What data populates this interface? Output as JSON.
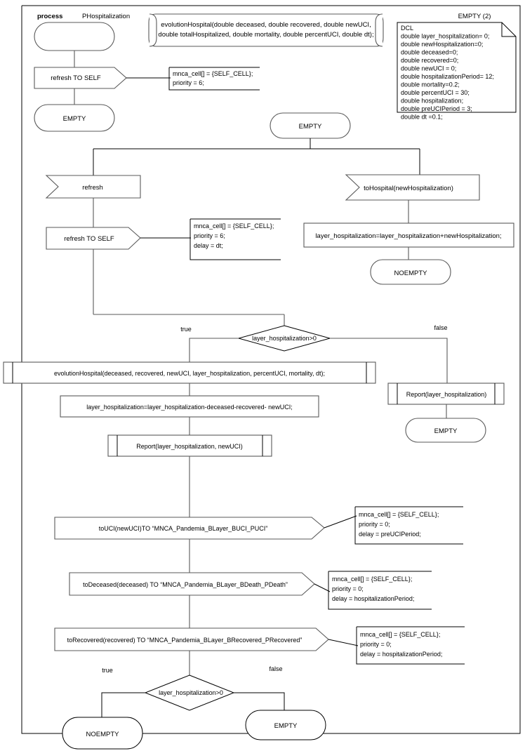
{
  "diagram": {
    "title_process_keyword": "process",
    "title_process_name": "PHospitalization",
    "top_right_label": "EMPTY (2)",
    "procedure_decl": {
      "line1": "evolutionHospital(double deceased, double recovered, double newUCI,",
      "line2": "double totalHospitalized, double mortality, double percentUCI, double dt);"
    },
    "dcl_box": {
      "header": "DCL",
      "lines": [
        "double layer_hospitalization= 0;",
        "double newHospitalization=0;",
        "double deceased=0;",
        "double recovered=0;",
        "double newUCI = 0;",
        "double hospitalizationPeriod= 12;",
        "double mortality=0.2;",
        "double percentUCI = 30;",
        "double hospitalization;",
        "double preUCIPeriod = 3;",
        "double dt =0.1;"
      ]
    },
    "nodes": {
      "start_terminal": "",
      "refresh_to_self_1": "refresh TO SELF",
      "empty_1": "EMPTY",
      "note_1": [
        "mnca_cell[] = {SELF_CELL};",
        "priority = 6;"
      ],
      "empty_2": "EMPTY",
      "refresh_in": "refresh",
      "to_hospital": "toHospital(newHospitalization)",
      "refresh_to_self_2": "refresh TO SELF",
      "note_2": [
        "mnca_cell[] = {SELF_CELL};",
        "priority = 6;",
        "delay = dt;"
      ],
      "assign_hosp_add": "layer_hospitalization=layer_hospitalization+newHospitalization;",
      "noempty_1": "NOEMPTY",
      "decision_1": "layer_hospitalization>0",
      "decision_1_true": "true",
      "decision_1_false": "false",
      "evolution_call": "evolutionHospital(deceased, recovered, newUCI, layer_hospitalization, percentUCI, mortality, dt);",
      "assign_hosp_sub": "layer_hospitalization=layer_hospitalization-deceased-recovered- newUCI;",
      "report_2args": "Report(layer_hospitalization, newUCI)",
      "report_1arg": "Report(layer_hospitalization)",
      "empty_3": "EMPTY",
      "to_uci": "toUCI(newUCI)TO “MNCA_Pandemia_BLayer_BUCI_PUCI”",
      "note_3": [
        "mnca_cell[] = {SELF_CELL};",
        "priority = 0;",
        "delay = preUCIPeriod;"
      ],
      "to_deceased": "toDeceased(deceased) TO “MNCA_Pandemia_BLayer_BDeath_PDeath”",
      "note_4": [
        "mnca_cell[] = {SELF_CELL};",
        "priority = 0;",
        "delay = hospitalizationPeriod;"
      ],
      "to_recovered": "toRecovered(recovered) TO “MNCA_Pandemia_BLayer_BRecovered_PRecovered”",
      "note_5": [
        "mnca_cell[] = {SELF_CELL};",
        "priority = 0;",
        "delay = hospitalizationPeriod;"
      ],
      "decision_2": "layer_hospitalization>0",
      "decision_2_true": "true",
      "decision_2_false": "false",
      "noempty_2": "NOEMPTY",
      "empty_4": "EMPTY"
    },
    "colors": {
      "stroke": "#000000",
      "stroke_gray": "#5a5a5a",
      "background": "#ffffff"
    }
  }
}
